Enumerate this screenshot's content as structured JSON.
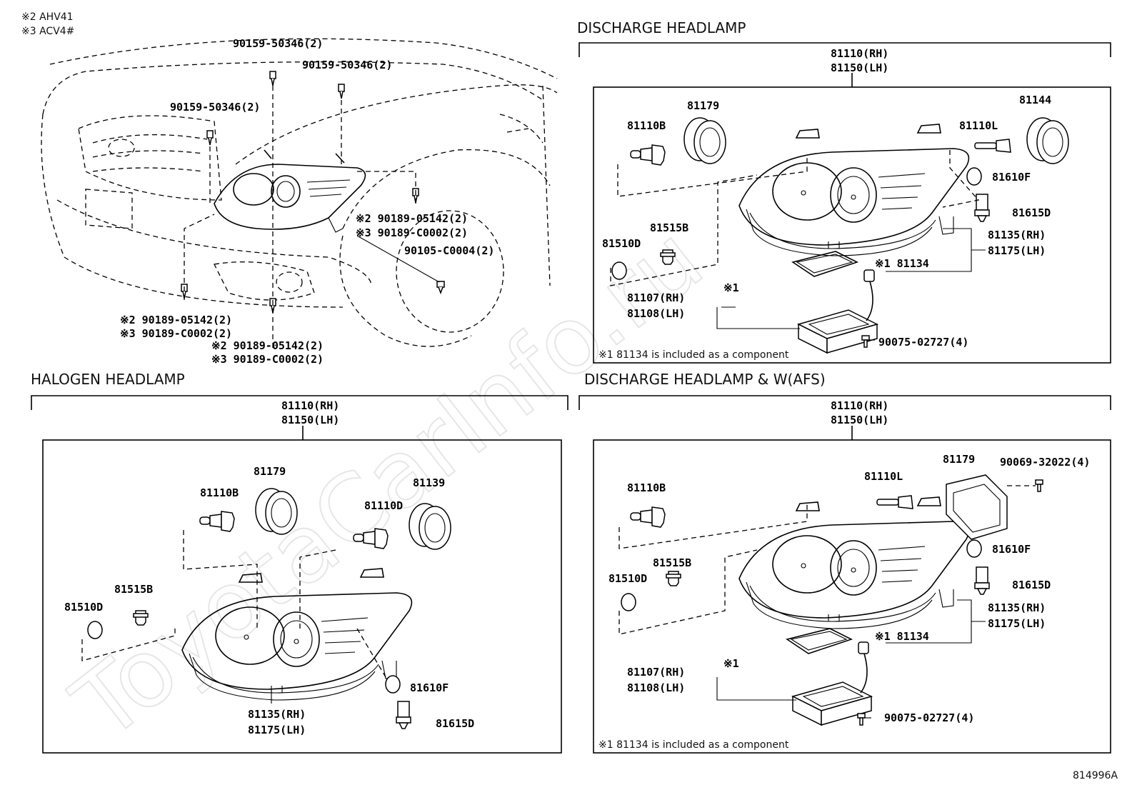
{
  "notes": {
    "note2": "※2 AHV41",
    "note3": "※3 ACV4#"
  },
  "diagram_id": "814996A",
  "watermark": "ToyotaCarInfo.ru",
  "car_overview": {
    "callouts": [
      "90159-50346(2)",
      "90159-50346(2)",
      "90159-50346(2)",
      "※2 90189-05142(2)",
      "※3 90189-C0002(2)",
      "90105-C0004(2)",
      "※2 90189-05142(2)",
      "※3 90189-C0002(2)",
      "※2 90189-05142(2)",
      "※3 90189-C0002(2)"
    ]
  },
  "sections": {
    "halogen": {
      "title": "HALOGEN HEADLAMP",
      "assembly": [
        "81110(RH)",
        "81150(LH)"
      ],
      "parts": [
        "81179",
        "81110B",
        "81139",
        "81110D",
        "81515B",
        "81510D",
        "81610F",
        "81615D",
        "81135(RH)",
        "81175(LH)"
      ]
    },
    "discharge": {
      "title": "DISCHARGE HEADLAMP",
      "assembly": [
        "81110(RH)",
        "81150(LH)"
      ],
      "parts": [
        "81179",
        "81110B",
        "81144",
        "81110L",
        "81610F",
        "81615D",
        "81515B",
        "81510D",
        "81135(RH)",
        "81175(LH)",
        "※1 81134",
        "※1",
        "81107(RH)",
        "81108(LH)",
        "90075-02727(4)"
      ],
      "footnote": "※1 81134 is included as a component"
    },
    "discharge_afs": {
      "title": "DISCHARGE HEADLAMP & W(AFS)",
      "assembly": [
        "81110(RH)",
        "81150(LH)"
      ],
      "parts": [
        "81179",
        "90069-32022(4)",
        "81110B",
        "81110L",
        "81610F",
        "81615D",
        "81515B",
        "81510D",
        "81135(RH)",
        "81175(LH)",
        "※1 81134",
        "※1",
        "81107(RH)",
        "81108(LH)",
        "90075-02727(4)"
      ],
      "footnote": "※1 81134 is included as a component"
    }
  }
}
